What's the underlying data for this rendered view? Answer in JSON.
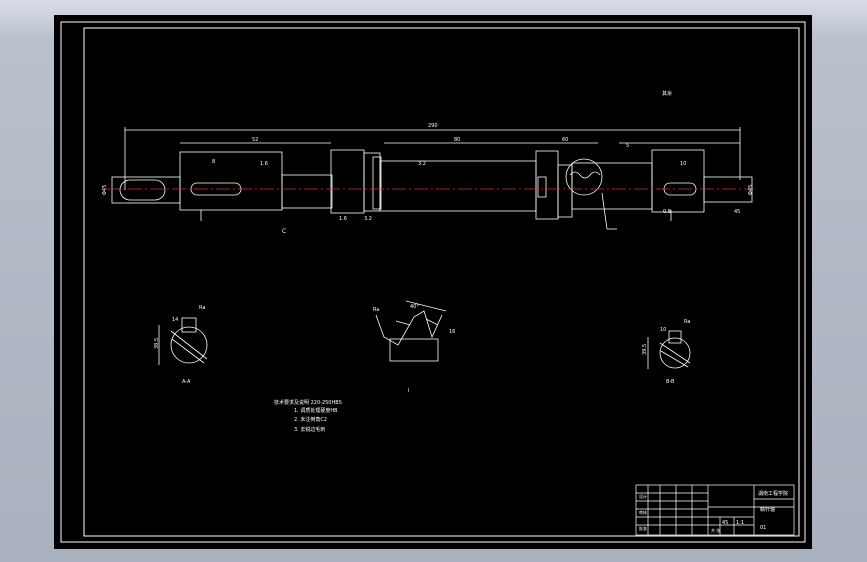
{
  "drawing": {
    "roughness_label": "其余",
    "dims": {
      "total_length": "290",
      "d1": "52",
      "d2": "80",
      "d3": "60",
      "left_shaft": "Φ45",
      "right_shaft": "Φ45",
      "keyway_1": "8",
      "keyway_2": "10",
      "shaft_stub": "45",
      "right_step": "5",
      "roughness_1": "1.6",
      "roughness_2": "3.2",
      "roughness_3": "1.6",
      "roughness_4": "3.2",
      "roughness_5": "0.8",
      "small_note": "C"
    },
    "sections": {
      "a": {
        "label": "A-A",
        "dim_v": "38.5",
        "dim_h": "14",
        "finish": "Ra"
      },
      "b": {
        "label": "I",
        "dim_v": "16",
        "dim_h": "40°",
        "finish": "Ra"
      },
      "c": {
        "label": "B-B",
        "dim_v": "39.5",
        "dim_h": "10",
        "finish": "Ra"
      }
    },
    "tech_requirements": {
      "title": "技术要求及说明  220-250HBS",
      "items": [
        "1. 调质处理硬度HB",
        "2. 未注倒角C2",
        "3. 去锐边毛刺"
      ]
    },
    "title_block": {
      "school": "湖南工程学院",
      "part_name": "蜗杆轴",
      "drawing_no": "01",
      "material": "45",
      "scale": "1:1",
      "designer": "设计",
      "checker": "审核",
      "approver": "批准",
      "sheet_label": "共 张"
    }
  }
}
